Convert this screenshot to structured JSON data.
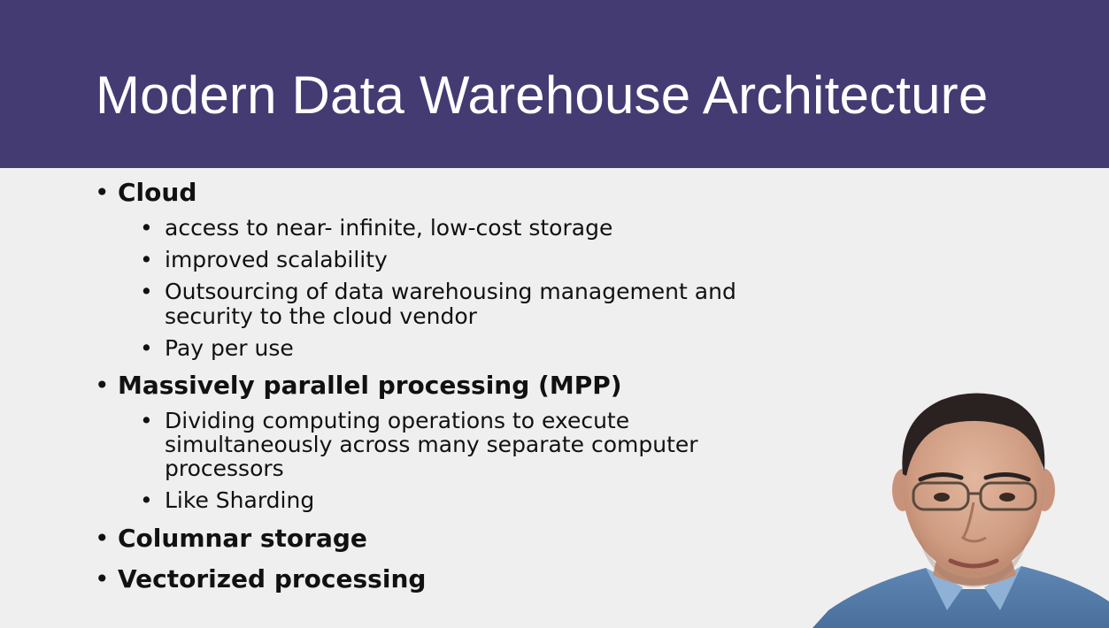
{
  "slide": {
    "title": "Modern Data Warehouse Architecture",
    "bullet_glyph": "•",
    "sections": [
      {
        "heading": "Cloud",
        "items": [
          "access to near- infinite, low-cost storage",
          "improved scalability",
          "Outsourcing of data warehousing management and",
          "security to the cloud vendor",
          "Pay per use"
        ]
      },
      {
        "heading": "Massively parallel processing (MPP)",
        "items": [
          "Dividing computing operations to execute",
          "simultaneously across many separate computer",
          "processors",
          "Like Sharding"
        ]
      },
      {
        "heading": "Columnar storage",
        "items": []
      },
      {
        "heading": "Vectorized processing",
        "items": []
      }
    ]
  },
  "colors": {
    "header": "#443b73",
    "background": "#efefef",
    "text": "#111111",
    "title": "#ffffff"
  },
  "presenter": {
    "icon": "presenter-video-thumbnail"
  }
}
